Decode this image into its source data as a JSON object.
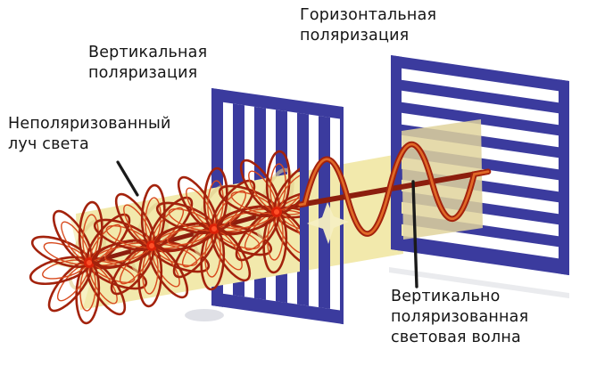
{
  "labels": {
    "horizontal_polarization": "Горизонтальная\nполяризация",
    "vertical_polarization": "Вертикальная\nполяризация",
    "unpolarized_ray": "Неполяризованный\nлуч света",
    "vertically_polarized_wave": "Вертикально\nполяризованная\nсветовая волна"
  },
  "colors": {
    "polarizer_blue": "#3B3B9E",
    "beam_yellow": "#F2E9AC",
    "beam_glow_yellow": "#F7F1C6",
    "muted_beam_square": "#E0D49C",
    "wave_orange": "#E06A28",
    "wave_red": "#A3220C",
    "axis_dark_red": "#8C1E0E",
    "node_red": "#E8200A",
    "pointer_black": "#1A1A1A",
    "text": "#151515",
    "background": "#FFFFFF"
  }
}
